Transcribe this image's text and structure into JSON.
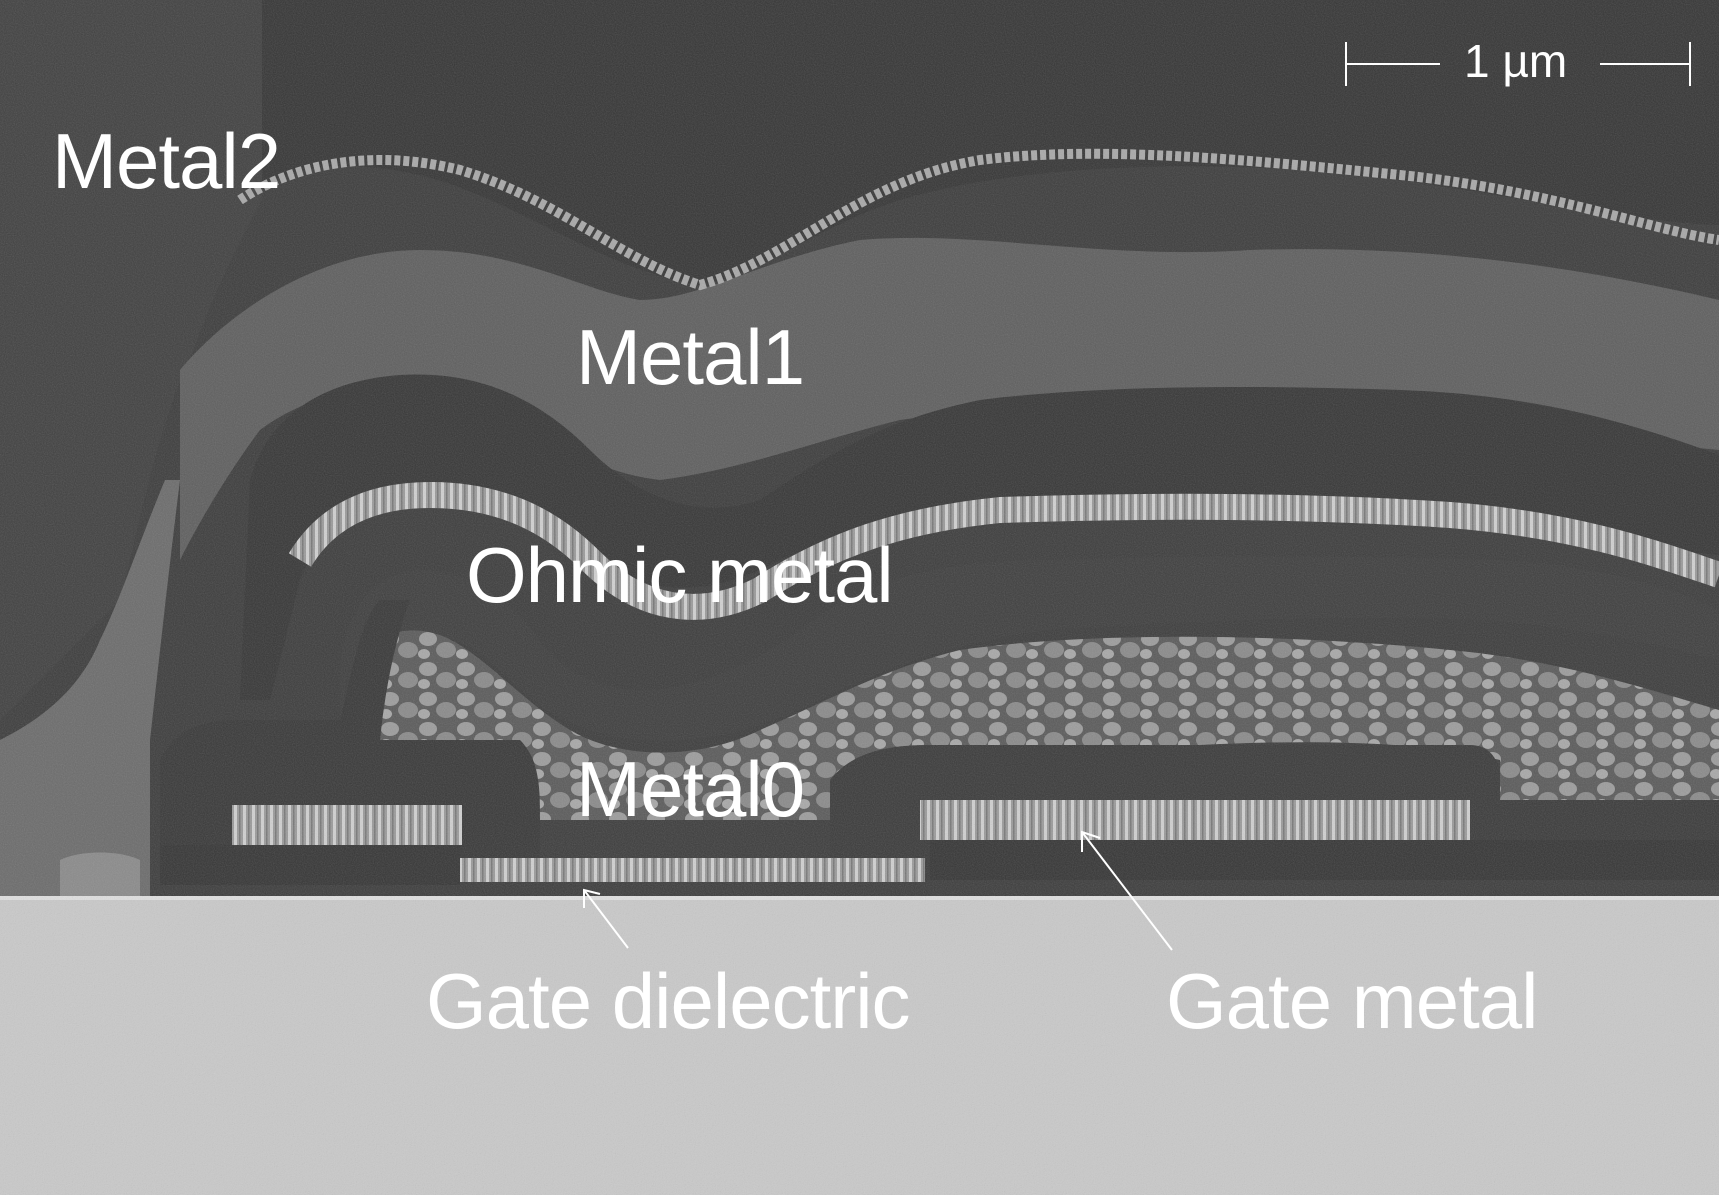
{
  "micrograph": {
    "type": "SEM cross-section",
    "palette": {
      "substrate": "#c9c9c9",
      "dark_fill": "#3c3c3c",
      "upper_fill": "#4a4a4a",
      "mid_fill": "#5e5e5e",
      "crust": "#a5a5a5",
      "grain": "#8f8f8f",
      "label": "#ffffff"
    },
    "scale_bar": {
      "text": "1 µm"
    },
    "labels": {
      "metal2": "Metal2",
      "metal1": "Metal1",
      "ohmic_metal": "Ohmic metal",
      "metal0": "Metal0",
      "gate_dielectric": "Gate dielectric",
      "gate_metal": "Gate metal"
    }
  }
}
